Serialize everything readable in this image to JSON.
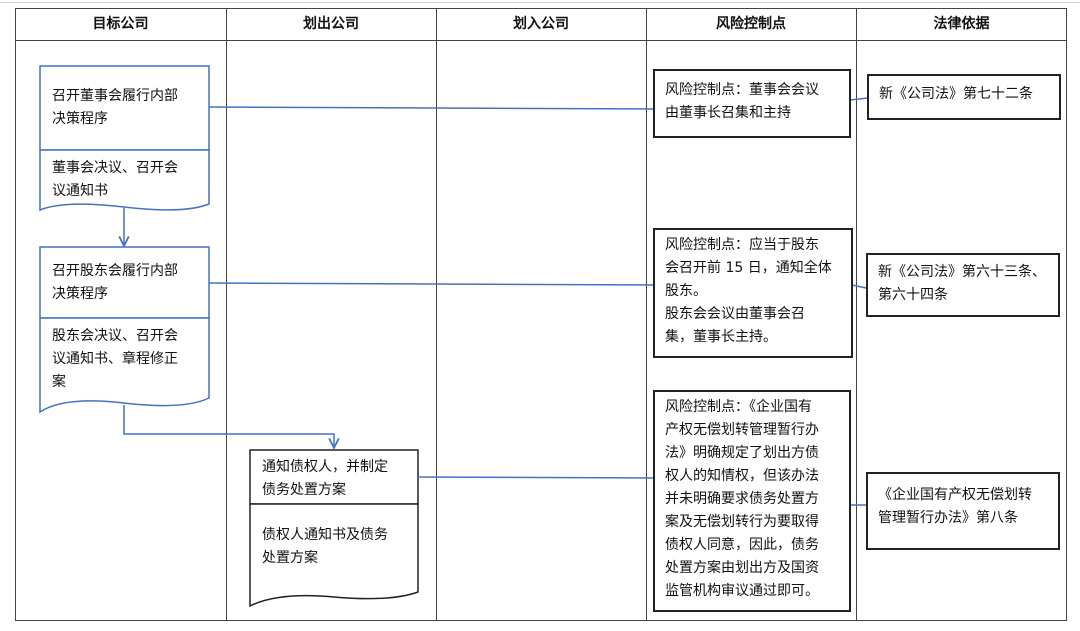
{
  "headers": [
    "目标公司",
    "划出公司",
    "划入公司",
    "风险控制点",
    "法律依据"
  ],
  "target": {
    "step1": {
      "process": [
        "召开董事会履行内部",
        "决策程序"
      ],
      "document": [
        "董事会决议、召开会",
        "议通知书"
      ]
    },
    "step2": {
      "process": [
        "召开股东会履行内部",
        "决策程序"
      ],
      "document": [
        "股东会决议、召开会",
        "议通知书、章程修正",
        "案"
      ]
    }
  },
  "transferor": {
    "step3": {
      "process": [
        "通知债权人，并制定",
        "债务处置方案"
      ],
      "document": [
        "债权人通知书及债务",
        "处置方案"
      ]
    }
  },
  "risks": [
    {
      "lines": [
        "风险控制点：董事会会议",
        "由董事长召集和主持"
      ]
    },
    {
      "lines": [
        "风险控制点：应当于股东",
        "会召开前 15 日，通知全体",
        "股东。",
        "股东会会议由董事会召",
        "集，董事长主持。"
      ]
    },
    {
      "lines": [
        "风险控制点：《企业国有",
        "产权无偿划转管理暂行办",
        "法》明确规定了划出方债",
        "权人的知情权，但该办法",
        "并未明确要求债务处置方",
        "案及无偿划转行为要取得",
        "债权人同意，因此，债务",
        "处置方案由划出方及国资",
        "监管机构审议通过即可。"
      ]
    }
  ],
  "laws": [
    {
      "lines": [
        "新《公司法》第七十二条"
      ]
    },
    {
      "lines": [
        "新《公司法》第六十三条、",
        "第六十四条"
      ]
    },
    {
      "lines": [
        "《企业国有产权无偿划转",
        "管理暂行办法》第八条"
      ]
    }
  ],
  "colors": {
    "connector": "#4472c4",
    "box_border": "#222222",
    "grid": "#444444"
  }
}
